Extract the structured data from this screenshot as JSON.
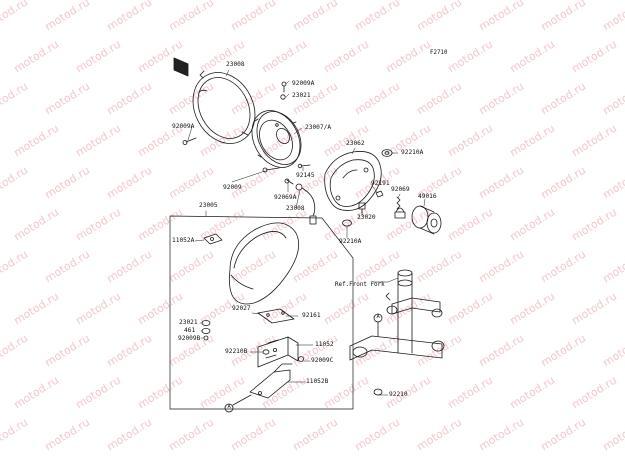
{
  "diagram_code": "F2710",
  "watermark_text": "motod.ru",
  "reference_label": "Ref.Front Fork",
  "callout_letter": "A",
  "parts": {
    "rim": "23008",
    "rim_screw": "92009A",
    "screw_a": "92009A",
    "clip": "23021",
    "headlight_unit": "23007/A",
    "screw": "92009",
    "bolt_c": "92145",
    "screw_b": "92069A",
    "socket": "23008",
    "housing": "23062",
    "grommet": "92210A",
    "bulb_clip": "92191",
    "spring": "92069",
    "relay": "49016",
    "bulb": "23020",
    "grommet_b": "92210A",
    "cowl_assy": "23005",
    "cowl_grommet": "11052A",
    "bracket_clip": "92027",
    "plate": "92161",
    "collar": "23021",
    "spacer": "461",
    "bolt_b": "92009B",
    "damper": "92210B",
    "nut_c": "92009C",
    "bracket": "11052",
    "bracket_b": "11052B",
    "stem_grommet": "92210"
  }
}
